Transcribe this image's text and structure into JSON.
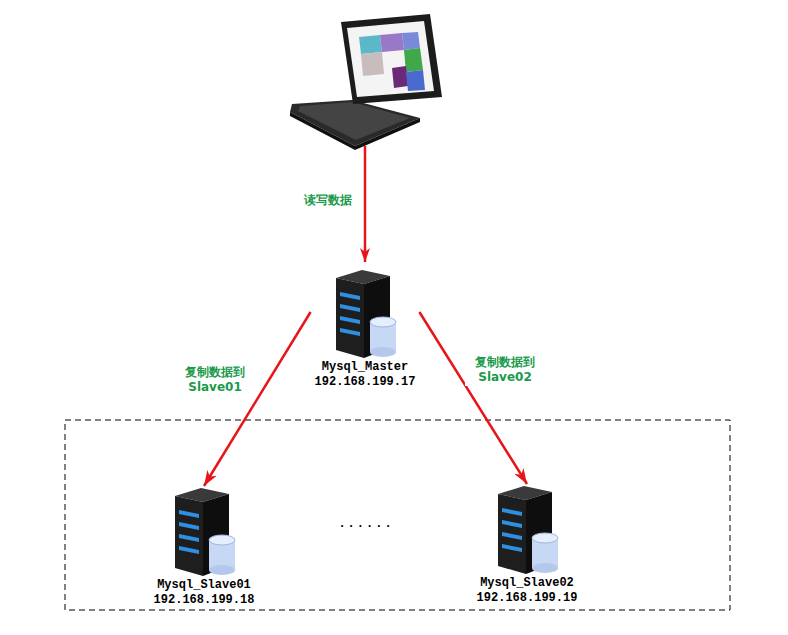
{
  "diagram": {
    "nodes": [
      {
        "text": [
          "Mysql_Master",
          "192.168.199.17"
        ]
      },
      {
        "text": [
          "Mysql_Slave01",
          "192.168.199.18"
        ]
      },
      {
        "text": [
          "Mysql_Slave02",
          "192.168.199.19"
        ]
      }
    ],
    "edges": [
      {
        "from": 0,
        "to": 1,
        "label": "复制数据到 Slave01",
        "arrow": "to"
      },
      {
        "from": 0,
        "to": 2,
        "label": "复制数据到 Slave02",
        "arrow": "to"
      }
    ],
    "labels": [
      "读写数据",
      "......"
    ]
  }
}
